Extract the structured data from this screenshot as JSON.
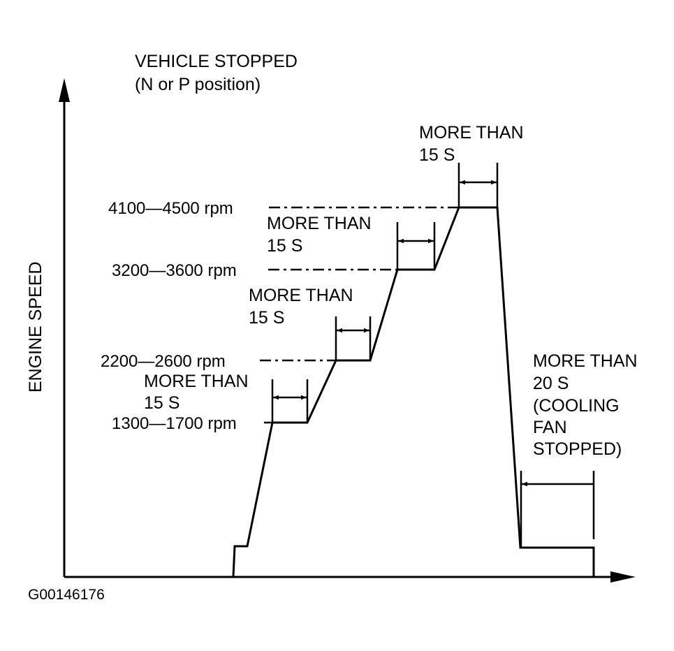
{
  "header": {
    "line1": "VEHICLE STOPPED",
    "line2": "(N or P position)"
  },
  "y_axis_label": "ENGINE SPEED",
  "figure_code": "G00146176",
  "speed_levels": [
    "1300—1700 rpm",
    "2200—2600 rpm",
    "3200—3600 rpm",
    "4100—4500 rpm"
  ],
  "durations": [
    {
      "line1": "MORE THAN",
      "line2": "15 S"
    },
    {
      "line1": "MORE THAN",
      "line2": "15 S"
    },
    {
      "line1": "MORE THAN",
      "line2": "15 S"
    },
    {
      "line1": "MORE THAN",
      "line2": "15 S"
    }
  ],
  "cooldown": {
    "line1": "MORE THAN",
    "line2": "20 S",
    "line3": "(COOLING",
    "line4": "FAN",
    "line5": "STOPPED)"
  },
  "colors": {
    "ink": "#000000",
    "background": "#ffffff"
  }
}
